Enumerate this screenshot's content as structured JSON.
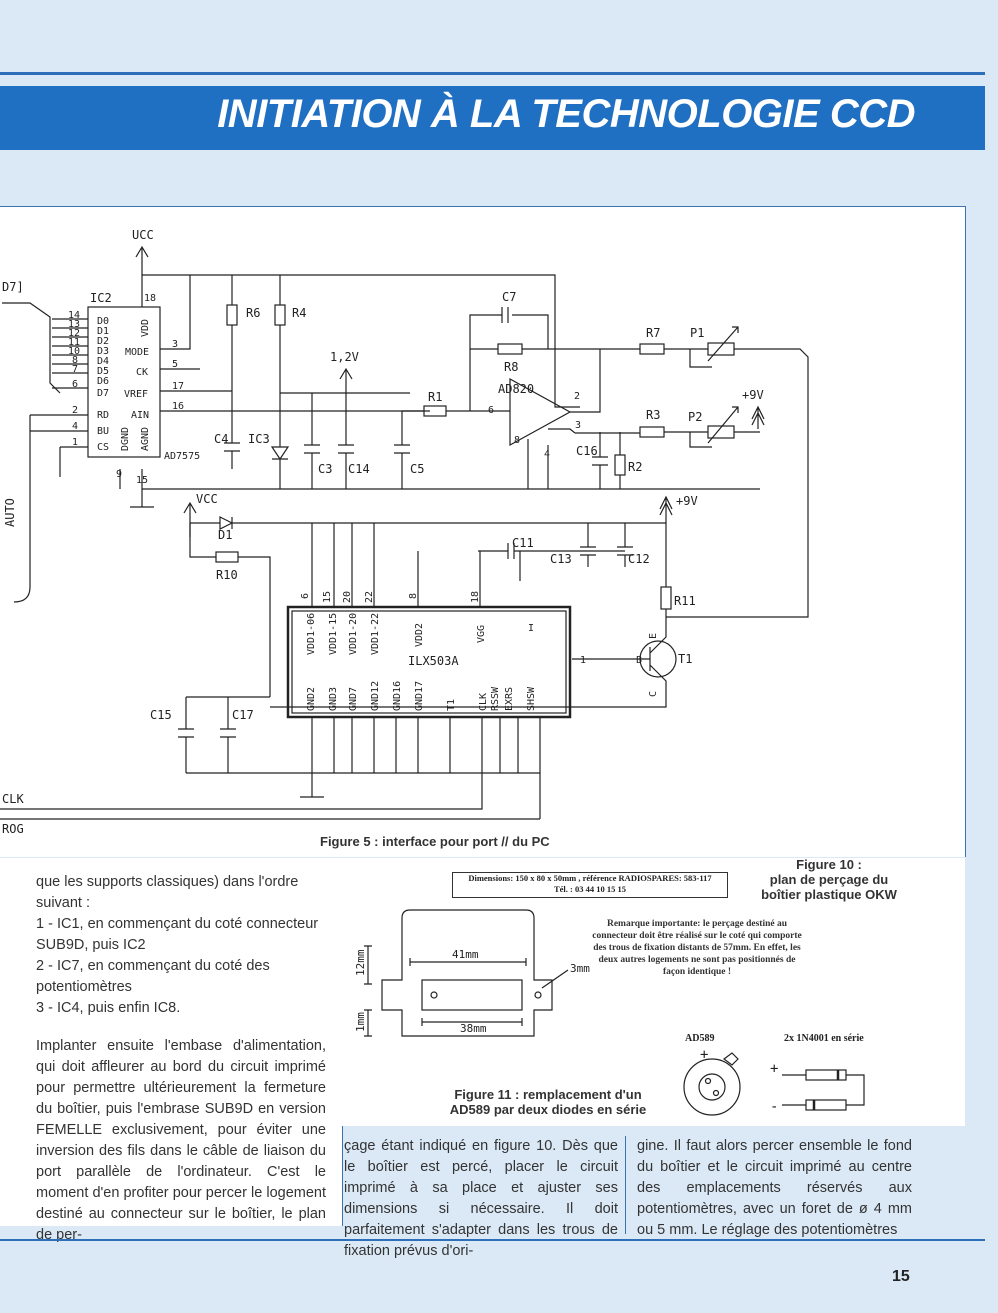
{
  "header": {
    "title": "INITIATION À LA TECHNOLOGIE CCD"
  },
  "figure5": {
    "caption": "Figure 5 : interface pour port // du PC",
    "labels": {
      "vcc_top": "UCC",
      "ic2": "IC2",
      "ad7575": "AD7575",
      "d7": "D7]",
      "vdd": "VDD",
      "mode": "MODE",
      "ck": "CK",
      "vref": "VREF",
      "ain": "AIN",
      "dgnd": "DGND",
      "agnd": "AGND",
      "rd": "RD",
      "bu": "BU",
      "cs": "CS",
      "d0": "D0",
      "d1": "D1",
      "d2": "D2",
      "d3": "D3",
      "d4": "D4",
      "d5": "D5",
      "d6": "D6",
      "d7pin": "D7",
      "pin14": "14",
      "pin13": "13",
      "pin12": "12",
      "pin11": "11",
      "pin10": "10",
      "pin8": "8",
      "pin7": "7",
      "pin6": "6",
      "pin2": "2",
      "pin4": "4",
      "pin1": "1",
      "pin18": "18",
      "pin3": "3",
      "pin5": "5",
      "pin17": "17",
      "pin16": "16",
      "pin9": "9",
      "pin15": "15",
      "r6": "R6",
      "r4": "R4",
      "r1": "R1",
      "r7": "R7",
      "r8": "R8",
      "r3": "R3",
      "r2": "R2",
      "r10": "R10",
      "r11": "R11",
      "p1": "P1",
      "p2": "P2",
      "c3": "C3",
      "c4": "C4",
      "c5": "C5",
      "c7": "C7",
      "c11": "C11",
      "c12": "C12",
      "c13": "C13",
      "c14": "C14",
      "c15": "C15",
      "c16": "C16",
      "c17": "C17",
      "ic3": "IC3",
      "v12": "1,2V",
      "ad820": "AD820",
      "plus9v": "+9V",
      "vcc2": "VCC",
      "ilx": "ILX503A",
      "t1": "T1",
      "auto": "AUTO",
      "clk": "CLK",
      "rog": "ROG",
      "vdd1_06": "VDD1-06",
      "vdd1_15": "VDD1-15",
      "vdd1_20": "VDD1-20",
      "vdd1_22": "VDD1-22",
      "vdd2": "VDD2",
      "vgg": "VGG",
      "gnd2": "GND2",
      "gnd3": "GND3",
      "gnd7": "GND7",
      "gnd12": "GND12",
      "gnd16": "GND16",
      "gnd17": "GND17",
      "t1pin": "T1",
      "clkpin": "CLK",
      "rssw": "RSSW",
      "exrs": "EXRS",
      "shsw": "SHSW",
      "i_pin": "I",
      "e": "E",
      "b": "B",
      "c": "C"
    }
  },
  "col1": {
    "p1": "que les supports classiques) dans l'ordre suivant :",
    "p2": "1 - IC1, en commençant du coté connecteur SUB9D, puis IC2",
    "p3": "2 - IC7, en commençant du coté des potentiomètres",
    "p4": "3 - IC4, puis enfin IC8.",
    "p5": "Implanter ensuite l'embase d'alimentation, qui doit affleurer au bord du circuit imprimé pour permettre ultérieurement la fermeture du boîtier, puis l'embrase SUB9D en version FEMELLE exclusivement, pour éviter une inversion des fils dans le câble de liaison du port parallèle de l'ordinateur. C'est le moment d'en profiter pour percer le logement destiné au connecteur sur le boîtier, le plan de per-"
  },
  "col2": {
    "text": "çage étant indiqué en figure 10. Dès que le boîtier est percé, placer le circuit imprimé à sa place et ajuster ses dimensions si nécessaire. Il doit parfaitement s'adapter dans les trous de fixation prévus d'ori-"
  },
  "col3": {
    "text": "gine. Il faut alors percer ensemble le fond du boîtier et le circuit imprimé au centre des emplacements réservés aux potentiomètres, avec un foret de ø 4 mm ou 5 mm. Le réglage des potentiomètres"
  },
  "figure10": {
    "caption_l1": "Figure 10 :",
    "caption_l2": "plan de perçage du",
    "caption_l3": "boîtier plastique OKW",
    "dims_l1": "Dimensions: 150 x 80 x 50mm , référence RADIOSPARES: 583-117",
    "dims_l2": "Tél. : 03 44 10 15 15",
    "remark": "Remarque importante: le perçage destiné au connecteur doit être réalisé sur le coté qui comporte des trous de fixation distants de 57mm. En effet, les deux autres logements ne sont pas positionnés de façon identique !",
    "d41": "41mm",
    "d38": "38mm",
    "d3": "3mm",
    "d12": "12mm",
    "d1": "1mm"
  },
  "figure11": {
    "caption": "Figure 11 : remplacement d'un AD589 par deux diodes en série",
    "ad589": "AD589",
    "diodes": "2x 1N4001 en série",
    "plus": "+",
    "minus": "-"
  },
  "page": {
    "number": "15"
  }
}
